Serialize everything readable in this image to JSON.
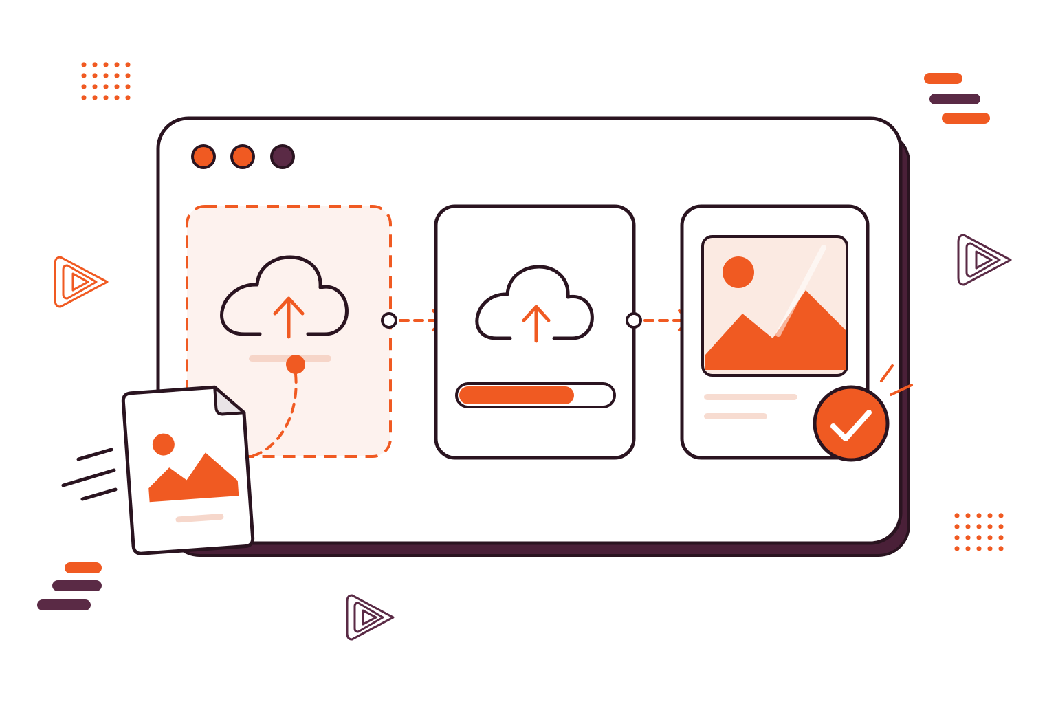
{
  "colors": {
    "accent": "#F05A22",
    "accent_light": "#FBEAE2",
    "plum": "#5A2A45",
    "outline": "#2A1420",
    "window_shadow": "#4A2038",
    "bg": "#FFFFFF"
  },
  "window": {
    "traffic_lights": [
      "accent",
      "accent",
      "plum"
    ]
  },
  "steps": [
    {
      "name": "drop-zone",
      "icon": "cloud-upload-icon"
    },
    {
      "name": "uploading",
      "icon": "cloud-upload-icon",
      "progress": 0.75
    },
    {
      "name": "uploaded",
      "icon": "image-icon",
      "badge": "check-icon"
    }
  ],
  "dragged_file": {
    "icon": "image-file-icon"
  },
  "decorations": [
    "dot-grid-icon",
    "stripes-icon",
    "play-badge-icon",
    "speed-lines-icon"
  ]
}
